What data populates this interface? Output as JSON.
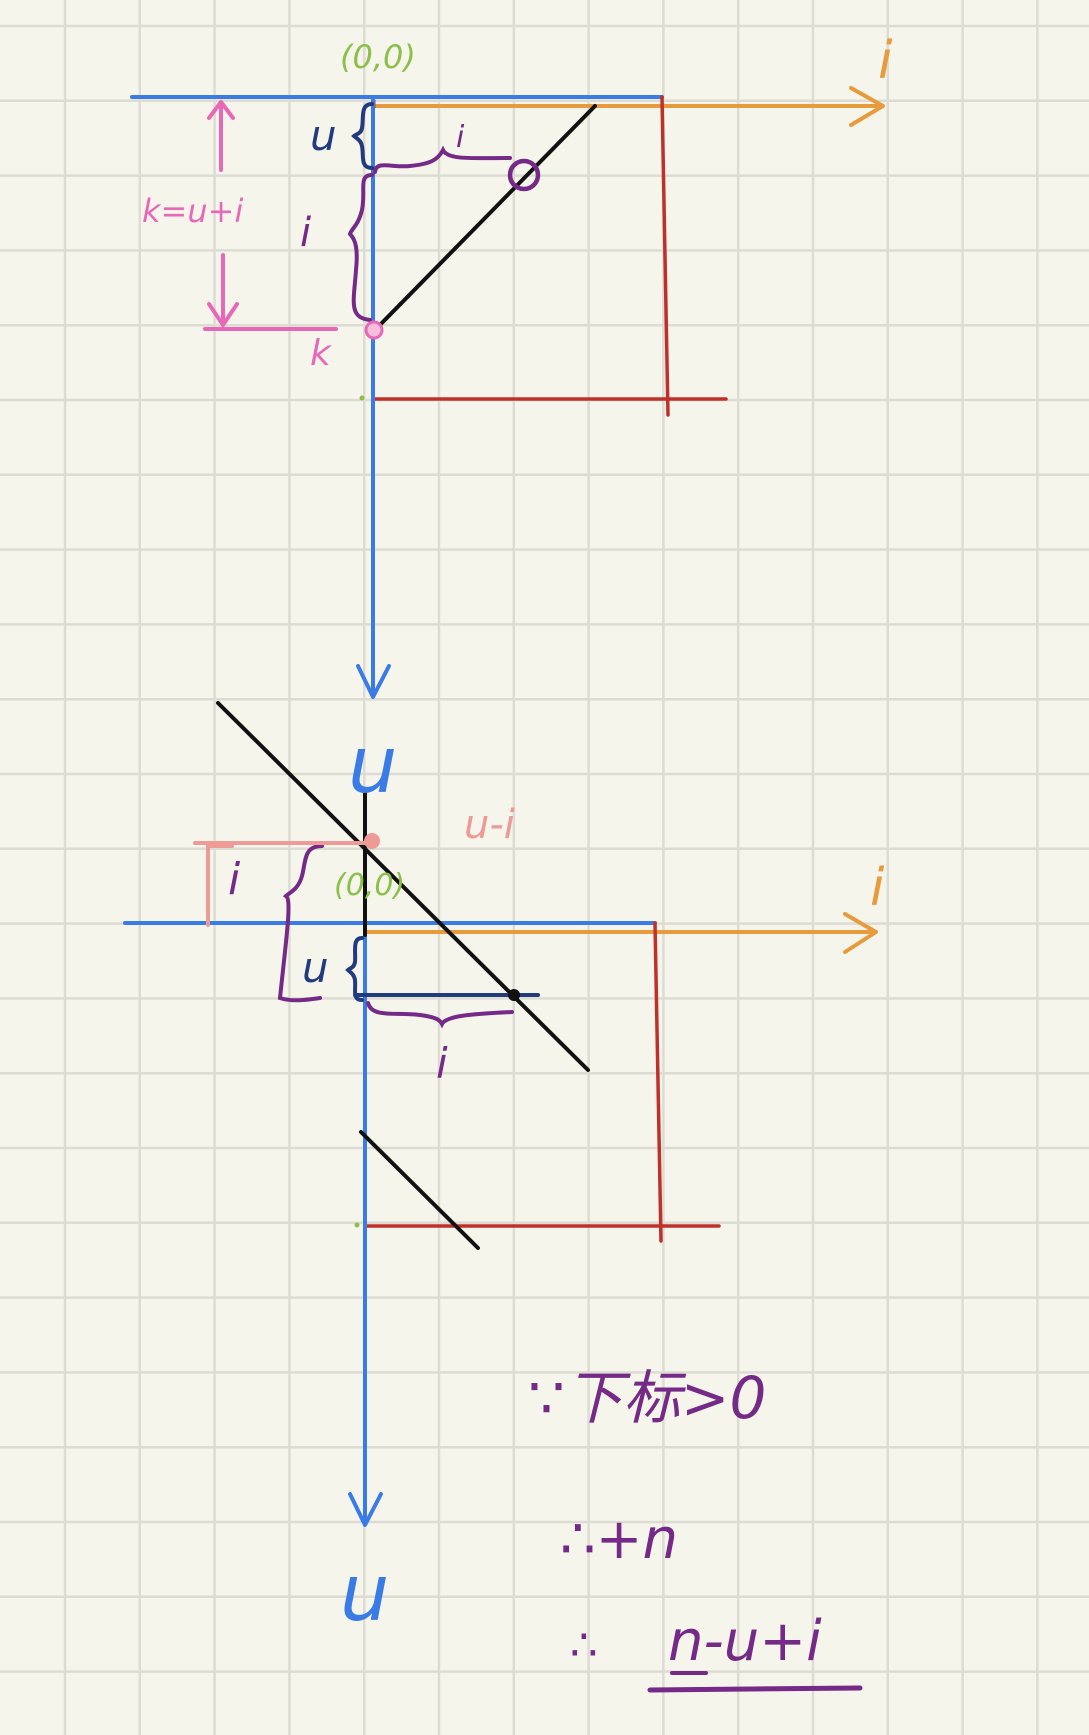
{
  "colors": {
    "background": "#f6f5ec",
    "grid": "#dcdcd2",
    "axis_u": "#3a7be6",
    "axis_i": "#e89b3c",
    "box": "#c0302a",
    "origin": "#8cc04a",
    "pink": "#e868b8",
    "salmon": "#ee9a96",
    "purple": "#742a86",
    "navy": "#223a7e",
    "black": "#111111"
  },
  "top": {
    "origin_label": "(0,0)",
    "axis_i_label": "i",
    "axis_u_label": "u",
    "u_brace_label": "u",
    "i_brace_label": "i",
    "i_vertical_label": "i",
    "k_formula": "k=u+i",
    "k_label": "k"
  },
  "bottom": {
    "origin_label": "(0,0)",
    "axis_i_label": "i",
    "axis_u_label": "u",
    "u_minus_i_label": "u-i",
    "i_up_label": "i",
    "u_brace_label": "u",
    "i_brace_label": "i"
  },
  "notes": {
    "line1": "∵下标>0",
    "line2": "∴+n",
    "line3_prefix": "∴",
    "line3_formula": "n-u+i"
  }
}
